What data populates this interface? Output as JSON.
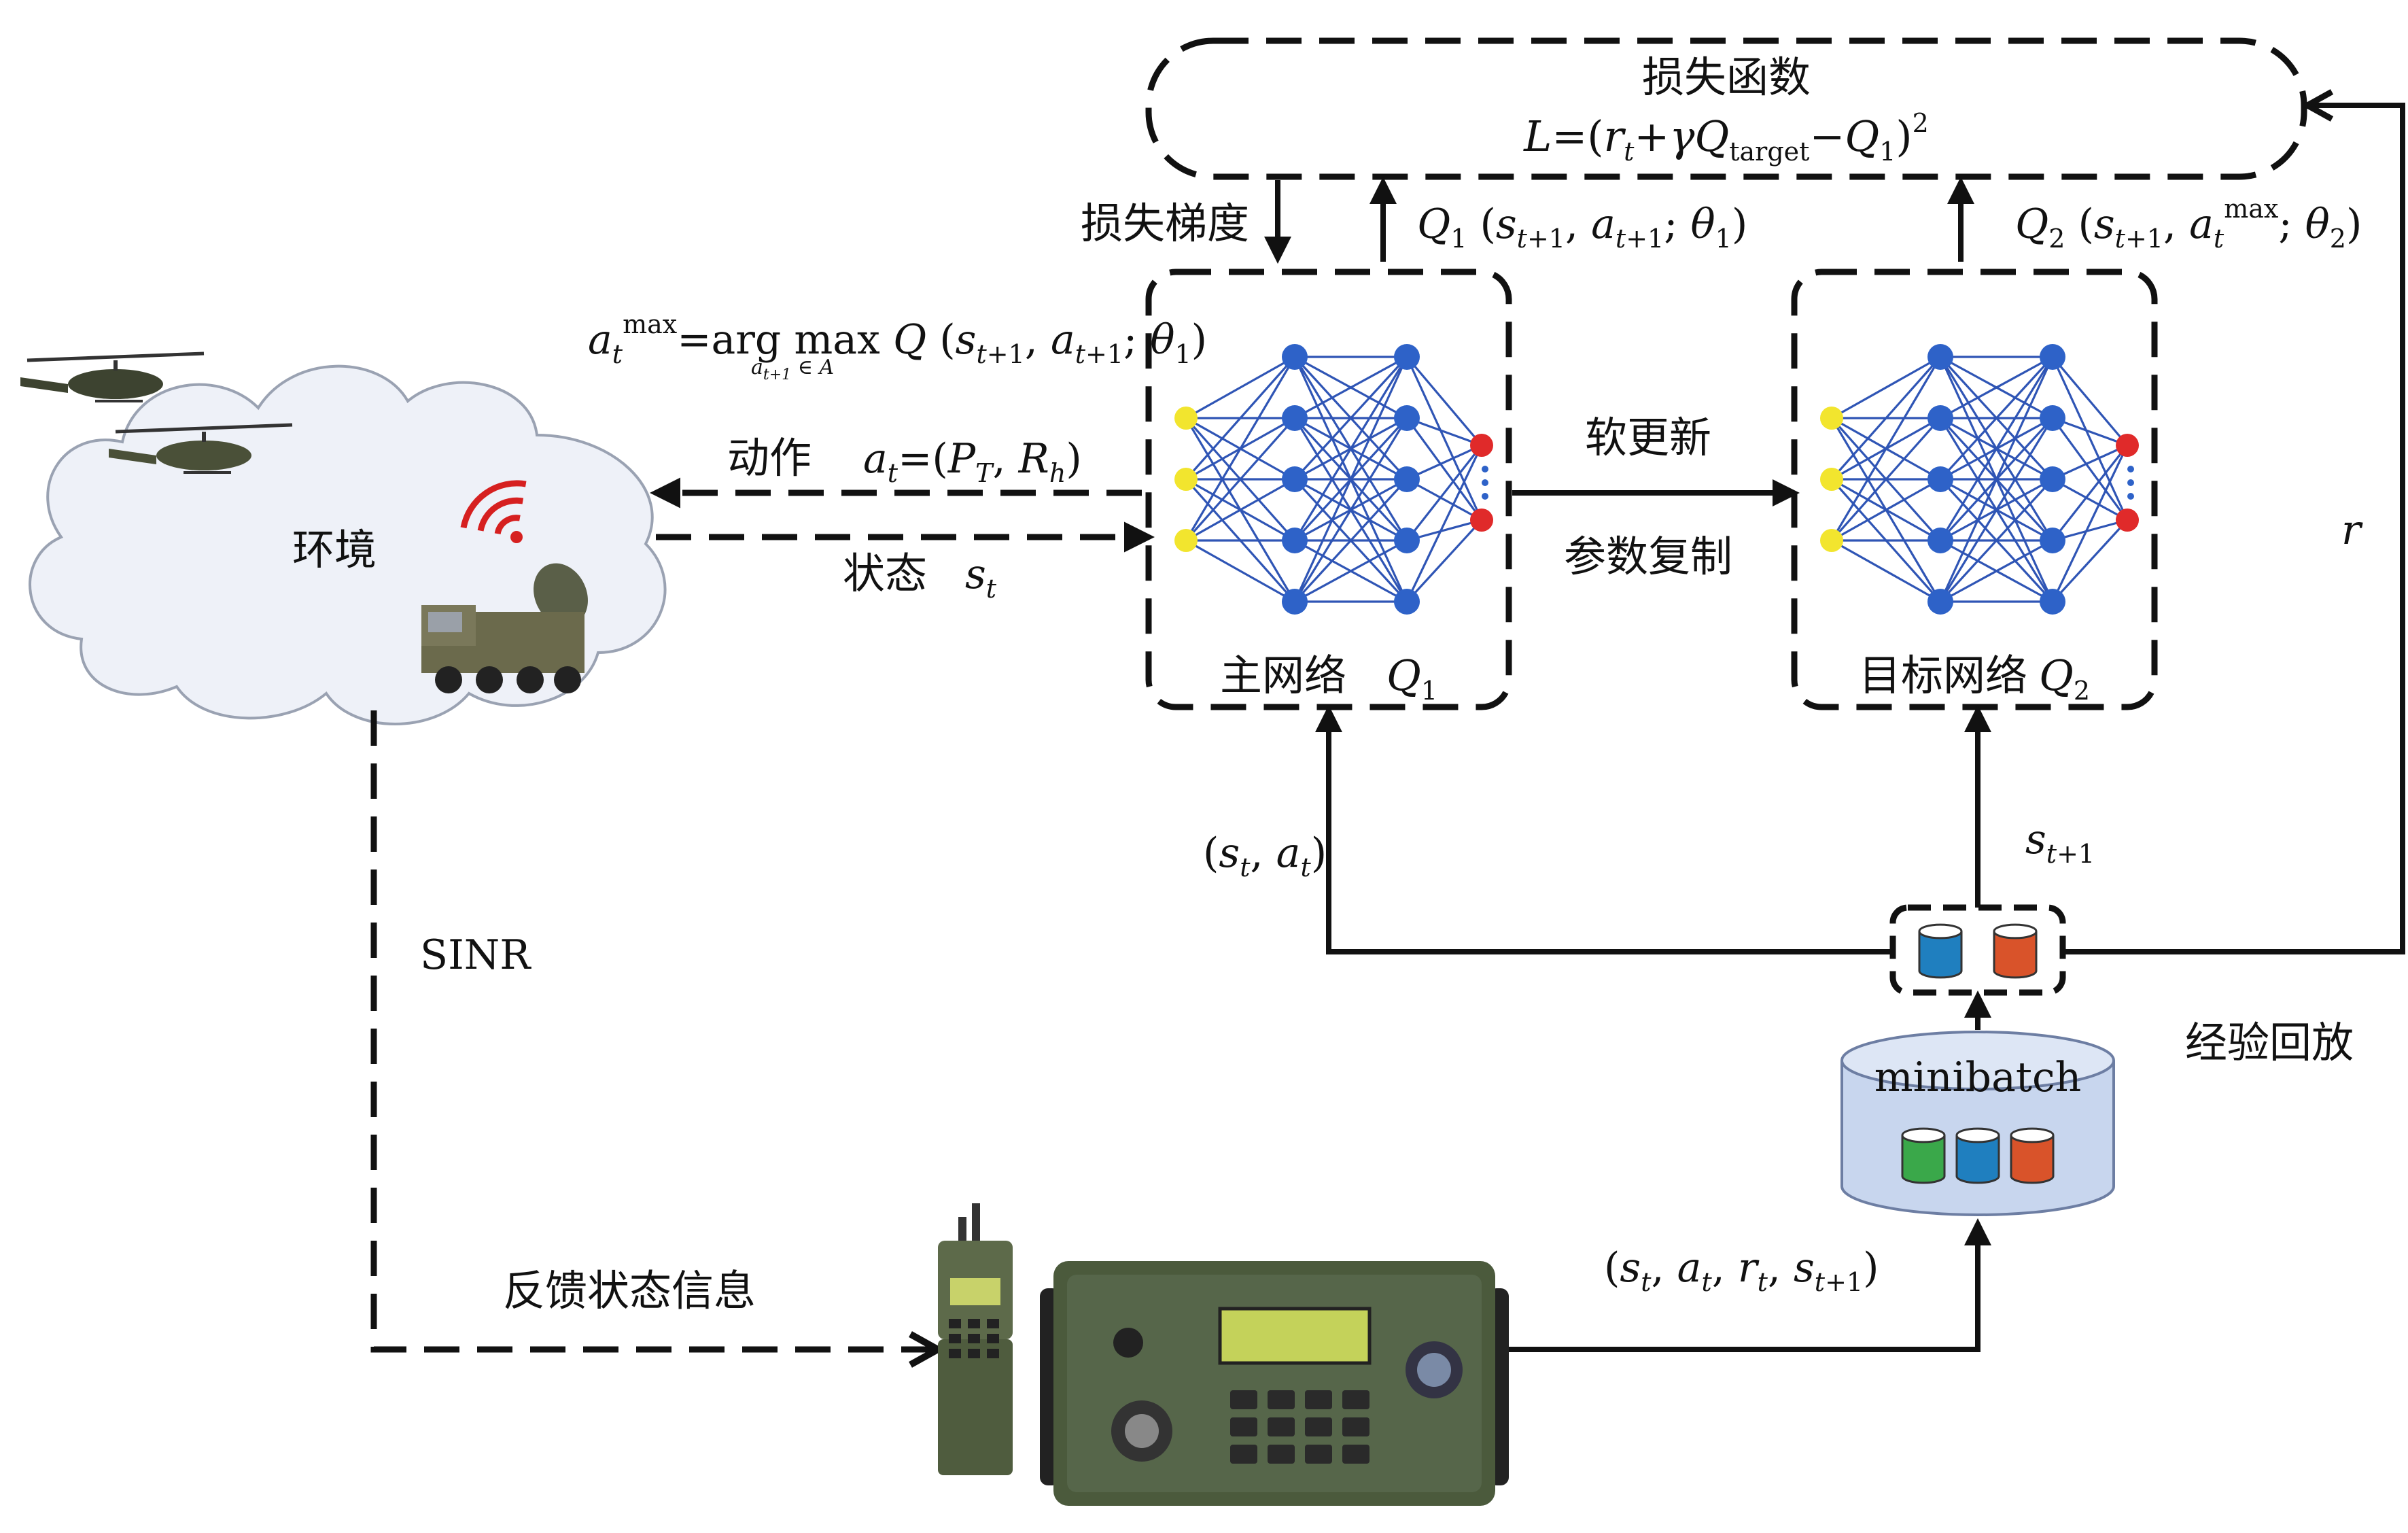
{
  "loss_box": {
    "title": "损失函数",
    "formula": "L=(r_t+γQ_target−Q_1)^2"
  },
  "labels": {
    "loss_gradient": "损失梯度",
    "q1_output": "Q_1 (s_t+1, a_t+1; θ_1)",
    "q2_output": "Q_2 (s_t+1, a_t^max; θ_2)",
    "argmax": "a_t^max=arg max_(a_t+1 ∈ A) Q (s_t+1, a_t+1; θ_1)",
    "action": "动作",
    "action_formula": "a_t=(P_T, R_h)",
    "state": "状态",
    "state_symbol": "s_t",
    "environment": "环境",
    "soft_update": "软更新",
    "param_copy": "参数复制",
    "main_net": "主网络",
    "main_net_symbol": "Q_1",
    "target_net": "目标网络",
    "target_net_symbol": "Q_2",
    "st_at": "(s_t, a_t)",
    "st1": "s_t+1",
    "r": "r",
    "experience_replay": "经验回放",
    "minibatch": "minibatch",
    "sinr": "SINR",
    "feedback": "反馈状态信息",
    "transition": "(s_t, a_t, r_t, s_t+1)"
  },
  "colors": {
    "input_node": "#f2e52e",
    "hidden_node": "#2e62c8",
    "output_node": "#e02a2a",
    "edge": "#2f55b5",
    "cyl_blue": "#1f7fbf",
    "cyl_red": "#d9532a",
    "cyl_green": "#3aa84a",
    "minibatch_fill": "#c8d6ee",
    "cloud_fill": "#eef1f8",
    "radio_green": "#4b5a3c"
  },
  "icons": [
    "helicopter-icon",
    "radar-truck-icon",
    "wireless-signal-icon",
    "handheld-radio-icon",
    "manpack-radio-icon",
    "database-cylinder-icon"
  ]
}
